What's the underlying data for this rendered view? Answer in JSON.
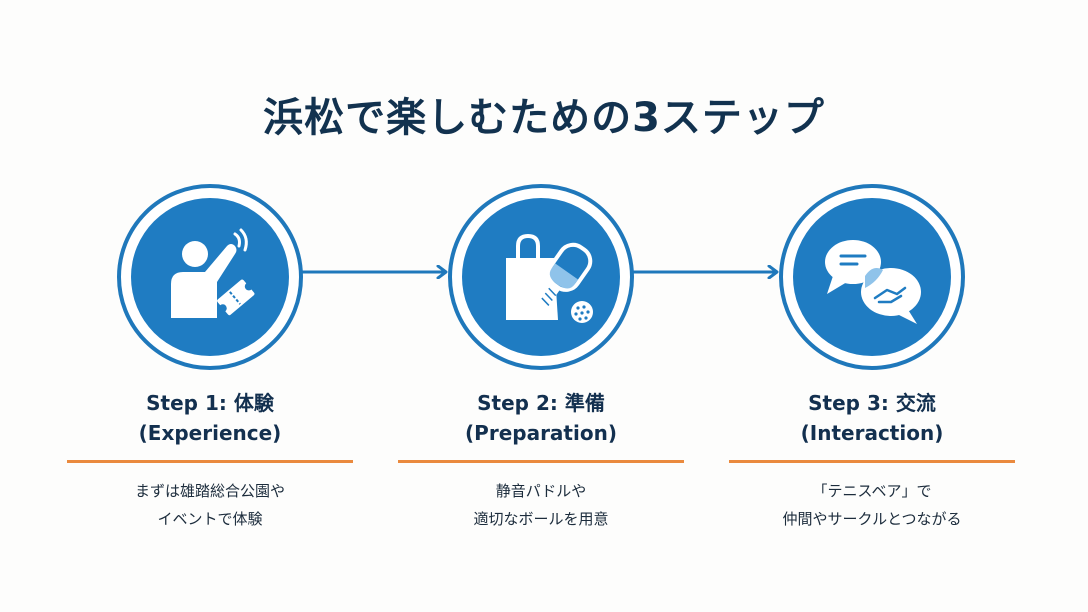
{
  "title": "浜松で楽しむための3ステップ",
  "colors": {
    "title": "#12324f",
    "circle": "#1f7cc2",
    "ring": "#1f78bb",
    "arrow": "#1f78bb",
    "divider": "#ea8a3e",
    "text": "#13304f"
  },
  "steps": [
    {
      "title_line1": "Step 1: 体験",
      "title_line2": "(Experience)",
      "desc_line1": "まずは雄踏総合公園や",
      "desc_line2": "イベントで体験",
      "icon": "person-waving-ticket-icon"
    },
    {
      "title_line1": "Step 2: 準備",
      "title_line2": "(Preparation)",
      "desc_line1": "静音パドルや",
      "desc_line2": "適切なボールを用意",
      "icon": "shopping-bag-paddle-ball-icon"
    },
    {
      "title_line1": "Step 3: 交流",
      "title_line2": "(Interaction)",
      "desc_line1": "「テニスベア」で",
      "desc_line2": "仲間やサークルとつながる",
      "icon": "chat-bubbles-handshake-icon"
    }
  ]
}
